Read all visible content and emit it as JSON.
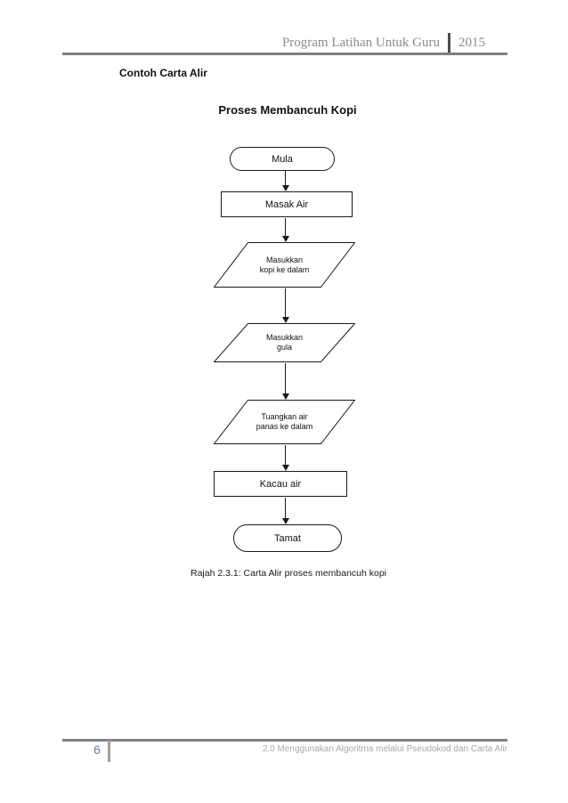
{
  "header": {
    "title": "Program Latihan Untuk Guru",
    "year": "2015"
  },
  "section_heading": "Contoh Carta Alir",
  "flowchart": {
    "title": "Proses Membancuh Kopi",
    "caption": "Rajah 2.3.1: Carta Alir proses membancuh kopi",
    "nodes": [
      {
        "id": "start",
        "type": "terminator",
        "label": "Mula"
      },
      {
        "id": "boil-water",
        "type": "process",
        "label": "Masak Air"
      },
      {
        "id": "add-coffee",
        "type": "input",
        "line1": "Masukkan",
        "line2": "kopi ke dalam"
      },
      {
        "id": "add-sugar",
        "type": "input",
        "line1": "Masukkan",
        "line2": "gula"
      },
      {
        "id": "pour-hot-water",
        "type": "input",
        "line1": "Tuangkan air",
        "line2": "panas ke dalam"
      },
      {
        "id": "stir",
        "type": "process",
        "label": "Kacau air"
      },
      {
        "id": "end",
        "type": "terminator",
        "label": "Tamat"
      }
    ]
  },
  "footer": {
    "page_number": "6",
    "chapter": "2.0 Menggunakan Algoritma melalui Pseudokod dan Carta Alir"
  },
  "colors": {
    "header_text": "#8c8c8c",
    "rule_gray": "#808080",
    "page_number_blue": "#5b84ad",
    "footer_text_gray": "#a8a8a8",
    "shape_border": "#1a1a1a"
  }
}
